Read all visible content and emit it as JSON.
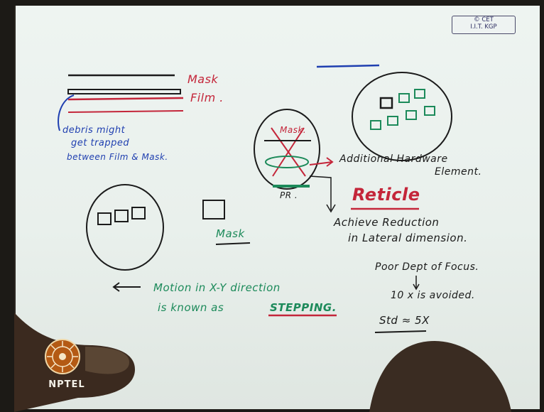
{
  "watermark": {
    "line1": "© CET",
    "line2": "I.I.T. KGP"
  },
  "notes": {
    "mask_label": "Mask",
    "film_label": "Film .",
    "debris_line1": "debris might",
    "debris_line2": "get trapped",
    "debris_line3": "between Film & Mask.",
    "mask_in_circle": "Mask.",
    "pr_label": "PR .",
    "additional_line1": "Additional Hardware",
    "additional_line2": "Element.",
    "reticle": "Reticle",
    "achieve_line1": "Achieve Reduction",
    "achieve_line2": "in Lateral dimension.",
    "mask_small": "Mask",
    "poor_dof": "Poor  Dept of Focus.",
    "ten_x": "10 x is  avoided.",
    "std": "Std ≈ 5X",
    "motion_line1": "Motion in X-Y  direction",
    "motion_line2_prefix": "is known  as",
    "stepping": "STEPPING."
  },
  "logo": {
    "text": "NPTEL"
  },
  "colors": {
    "ink_blue": "#1f3fb0",
    "ink_red": "#c4263a",
    "ink_green": "#1c8a5a",
    "ink_black": "#1b1b1b",
    "paper": "#eef4f1"
  }
}
